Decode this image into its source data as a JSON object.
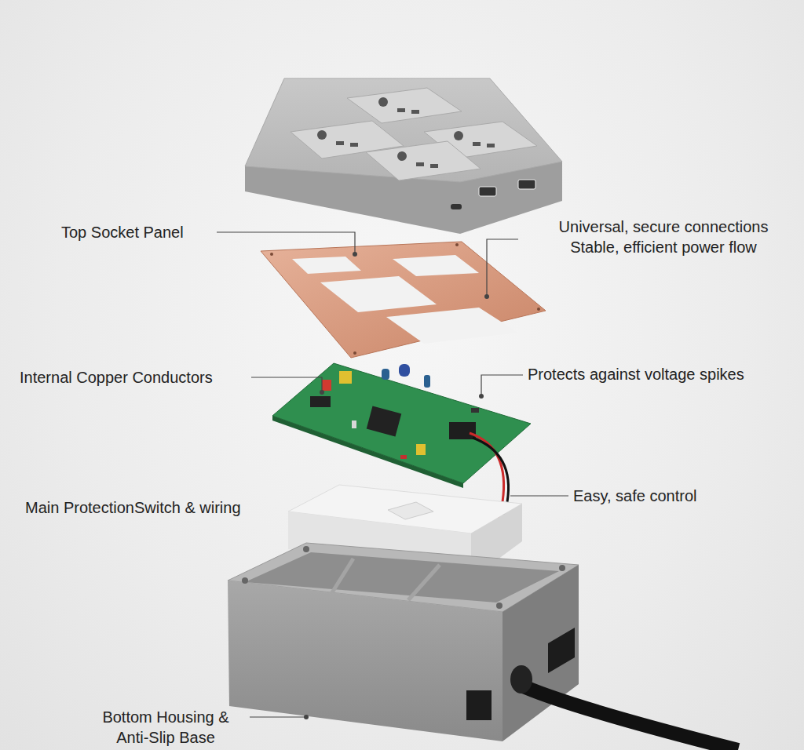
{
  "diagram": {
    "labels": [
      "Top Socket Panel",
      "Universal, secure connections Stable, efficient power flow",
      "Internal Copper Conductors",
      "Protects against voltage spikes",
      "Main ProtectionSwitch & wiring",
      "Easy, safe control",
      "Bottom Housing & Anti-Slip Base"
    ]
  }
}
